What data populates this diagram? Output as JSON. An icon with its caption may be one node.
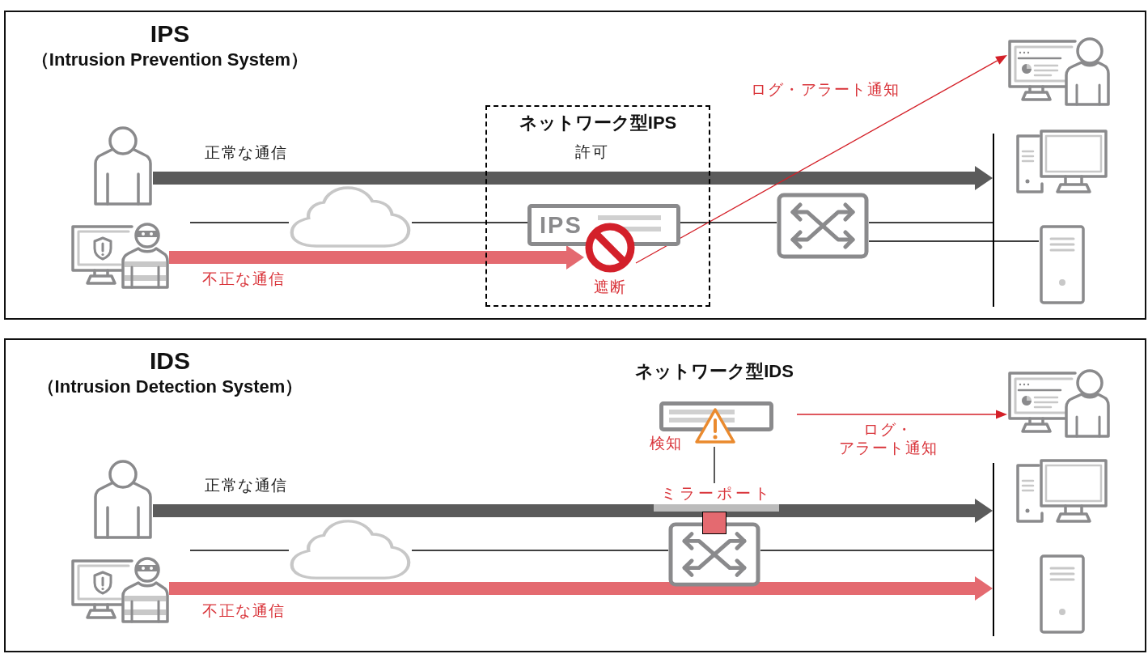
{
  "diagram": {
    "nodes": [
      {
        "text": [
          "IPS",
          "（Intrusion Prevention System）"
        ]
      },
      {
        "text": [],
        "shape": "person",
        "in": 0
      },
      {
        "text": [],
        "shape": "picture",
        "in": 0
      },
      {
        "text": [],
        "shape": "cloud",
        "in": 0
      },
      {
        "text": [
          "ネットワーク型IPS"
        ],
        "in": 0
      },
      {
        "text": [
          "IPS"
        ],
        "in": 4
      },
      {
        "text": [],
        "shape": "picture",
        "beside": [
          "遮断"
        ],
        "in": 4
      },
      {
        "text": [],
        "shape": "picture",
        "in": 0
      },
      {
        "text": [],
        "shape": "picture",
        "in": 0
      },
      {
        "text": [],
        "shape": "picture",
        "in": 0
      },
      {
        "text": [],
        "shape": "picture",
        "in": 0
      },
      {
        "text": [],
        "shape": "bar",
        "in": 0
      },
      {
        "text": [
          "IDS",
          "（Intrusion Detection System）"
        ]
      },
      {
        "text": [],
        "shape": "person",
        "in": 12
      },
      {
        "text": [],
        "shape": "picture",
        "in": 12
      },
      {
        "text": [],
        "shape": "cloud",
        "in": 12
      },
      {
        "text": [
          "ネットワーク型IDS"
        ],
        "beside": [
          "検知"
        ],
        "in": 12
      },
      {
        "text": [],
        "shape": "box",
        "beside": [
          "ミラーポート"
        ],
        "in": 12
      },
      {
        "text": [],
        "shape": "picture",
        "in": 12
      },
      {
        "text": [],
        "shape": "picture",
        "in": 12
      },
      {
        "text": [],
        "shape": "picture",
        "in": 12
      },
      {
        "text": [],
        "shape": "picture",
        "in": 12
      },
      {
        "text": [],
        "shape": "bar",
        "in": 12
      }
    ],
    "edges": [
      {
        "from": 1,
        "to": 11,
        "arrow": "to",
        "label": "正常な通信",
        "style": "thick",
        "color": "#5b5b5b"
      },
      {
        "from": 2,
        "to": 6,
        "arrow": "to",
        "label": "不正な通信",
        "style": "thick",
        "color": "#e46a70"
      },
      {
        "from": null,
        "to": 3,
        "arrow": "none"
      },
      {
        "from": 3,
        "to": 5,
        "arrow": "none"
      },
      {
        "from": 5,
        "to": 7,
        "arrow": "none"
      },
      {
        "from": 7,
        "to": 11,
        "arrow": "none"
      },
      {
        "from": 7,
        "to": 10,
        "arrow": "none"
      },
      {
        "from": 6,
        "to": 8,
        "arrow": "to",
        "label": "ログ・アラート通知",
        "color": "#d42028"
      },
      {
        "from": 13,
        "to": 22,
        "arrow": "to",
        "label": "正常な通信",
        "style": "thick",
        "color": "#5b5b5b"
      },
      {
        "from": 14,
        "to": 22,
        "arrow": "to",
        "label": "不正な通信",
        "style": "thick",
        "color": "#e46a70"
      },
      {
        "from": null,
        "to": 15,
        "arrow": "none"
      },
      {
        "from": 15,
        "to": 18,
        "arrow": "none"
      },
      {
        "from": 18,
        "to": 22,
        "arrow": "none"
      },
      {
        "from": 16,
        "to": 19,
        "arrow": "to",
        "label": "ログ・アラート通知",
        "color": "#d42028"
      },
      {
        "from": 17,
        "to": 16,
        "arrow": "none"
      }
    ],
    "labels": [
      "許可"
    ]
  }
}
